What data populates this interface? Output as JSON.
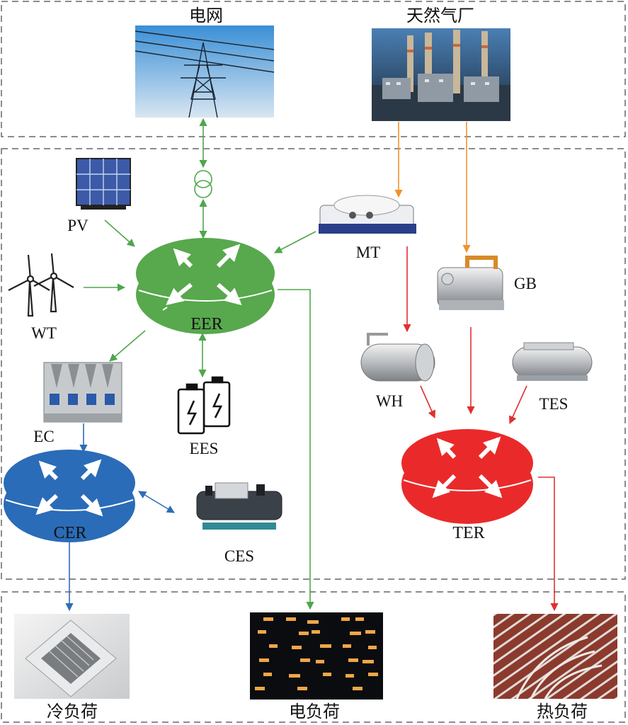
{
  "sources": {
    "grid": "电网",
    "gas_plant": "天然气厂"
  },
  "loads": {
    "cold": "冷负荷",
    "electric": "电负荷",
    "heat": "热负荷"
  },
  "devices": {
    "pv": "PV",
    "wt": "WT",
    "mt": "MT",
    "gb": "GB",
    "wh": "WH",
    "tes": "TES",
    "ec": "EC",
    "ees": "EES",
    "ces": "CES"
  },
  "hubs": {
    "eer": "EER",
    "cer": "CER",
    "ter": "TER"
  },
  "colors": {
    "electric": "#4fa64b",
    "gas": "#f0922f",
    "heat": "#e03030",
    "cold": "#2f6db5",
    "eer_fill": "#58a84d",
    "cer_fill": "#2a6cb8",
    "ter_fill": "#ea2a2a",
    "frame": "#666666"
  }
}
